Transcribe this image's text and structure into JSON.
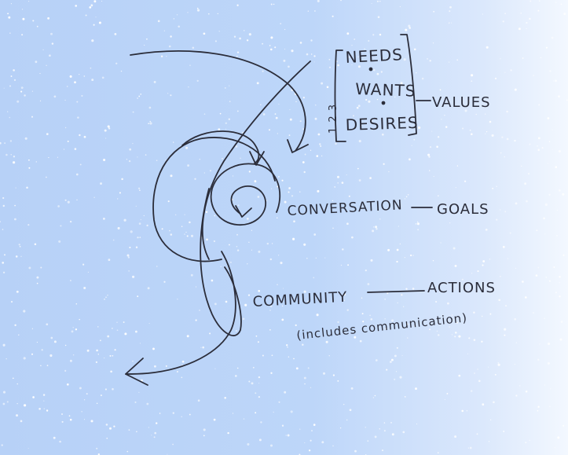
{
  "colors": {
    "background": "#b9d3f8",
    "ink": "#2b2d3a",
    "speckle": "#ffffff"
  },
  "stack": {
    "items": [
      "NEEDS",
      "WANTS",
      "DESIRES"
    ],
    "side_numbers": "1 2 3",
    "value_label": "VALUES"
  },
  "flow": {
    "conversation": "CONVERSATION",
    "goals": "GOALS",
    "community": "COMMUNITY",
    "actions": "ACTIONS",
    "community_note": "(includes communication)"
  }
}
